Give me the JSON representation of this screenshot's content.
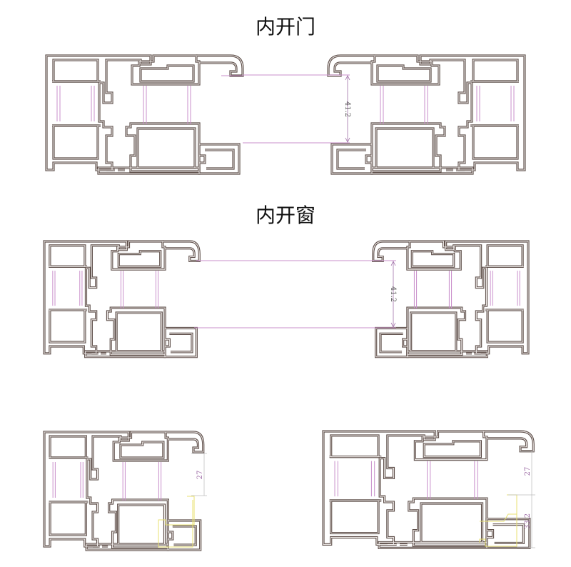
{
  "sections": [
    {
      "title": "内开门",
      "dimension": "41.2"
    },
    {
      "title": "内开窗",
      "dimension": "41.2"
    }
  ],
  "details": [
    {
      "dimensions": [
        "27"
      ]
    },
    {
      "dimensions": [
        "27",
        "33.2"
      ]
    }
  ],
  "colors": {
    "profile": "#5e4f4a",
    "profile_inner": "#f3efed",
    "glazing": "#c98fcb",
    "dimension": "#a070a8",
    "bead": "#e8e070"
  }
}
